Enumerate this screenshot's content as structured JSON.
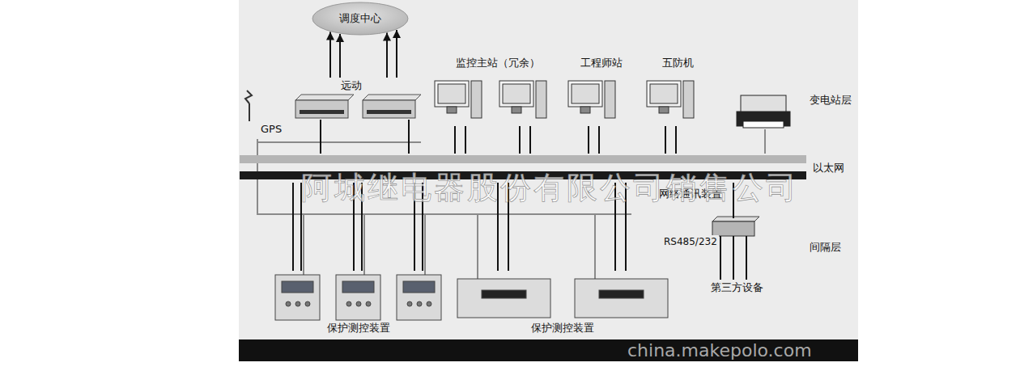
{
  "diagram": {
    "nodes": [
      {
        "text": [
          "调度中心"
        ]
      },
      {
        "text": [
          "远动"
        ]
      },
      {
        "text": [
          "监控主站（冗余）"
        ]
      },
      {
        "text": [
          "工程师站"
        ]
      },
      {
        "text": [
          "五防机"
        ]
      },
      {
        "text": [
          "以太网"
        ]
      },
      {
        "text": [
          "网络通讯装置"
        ]
      },
      {
        "text": [
          "第三方设备"
        ]
      },
      {
        "text": [
          "保护测控装置"
        ]
      },
      {
        "text": [
          "保护测控装置"
        ]
      }
    ],
    "edges": [
      {
        "from": 1,
        "to": 0,
        "arrow": "to"
      },
      {
        "from": 1,
        "to": 5,
        "arrow": "none"
      },
      {
        "from": 2,
        "to": 5,
        "arrow": "none"
      },
      {
        "from": 3,
        "to": 5,
        "arrow": "none"
      },
      {
        "from": 4,
        "to": 5,
        "arrow": "none"
      },
      {
        "from": 6,
        "to": 5,
        "arrow": "none"
      },
      {
        "from": 6,
        "to": 7,
        "label": "RS485/232",
        "arrow": "none"
      },
      {
        "from": 8,
        "to": 5,
        "arrow": "none"
      },
      {
        "from": 9,
        "to": 5,
        "arrow": "none"
      }
    ],
    "labels": [
      "GPS",
      "变电站层",
      "间隔层",
      "阿城继电器股份有限公司销售公司",
      "china.makepolo.com"
    ]
  }
}
